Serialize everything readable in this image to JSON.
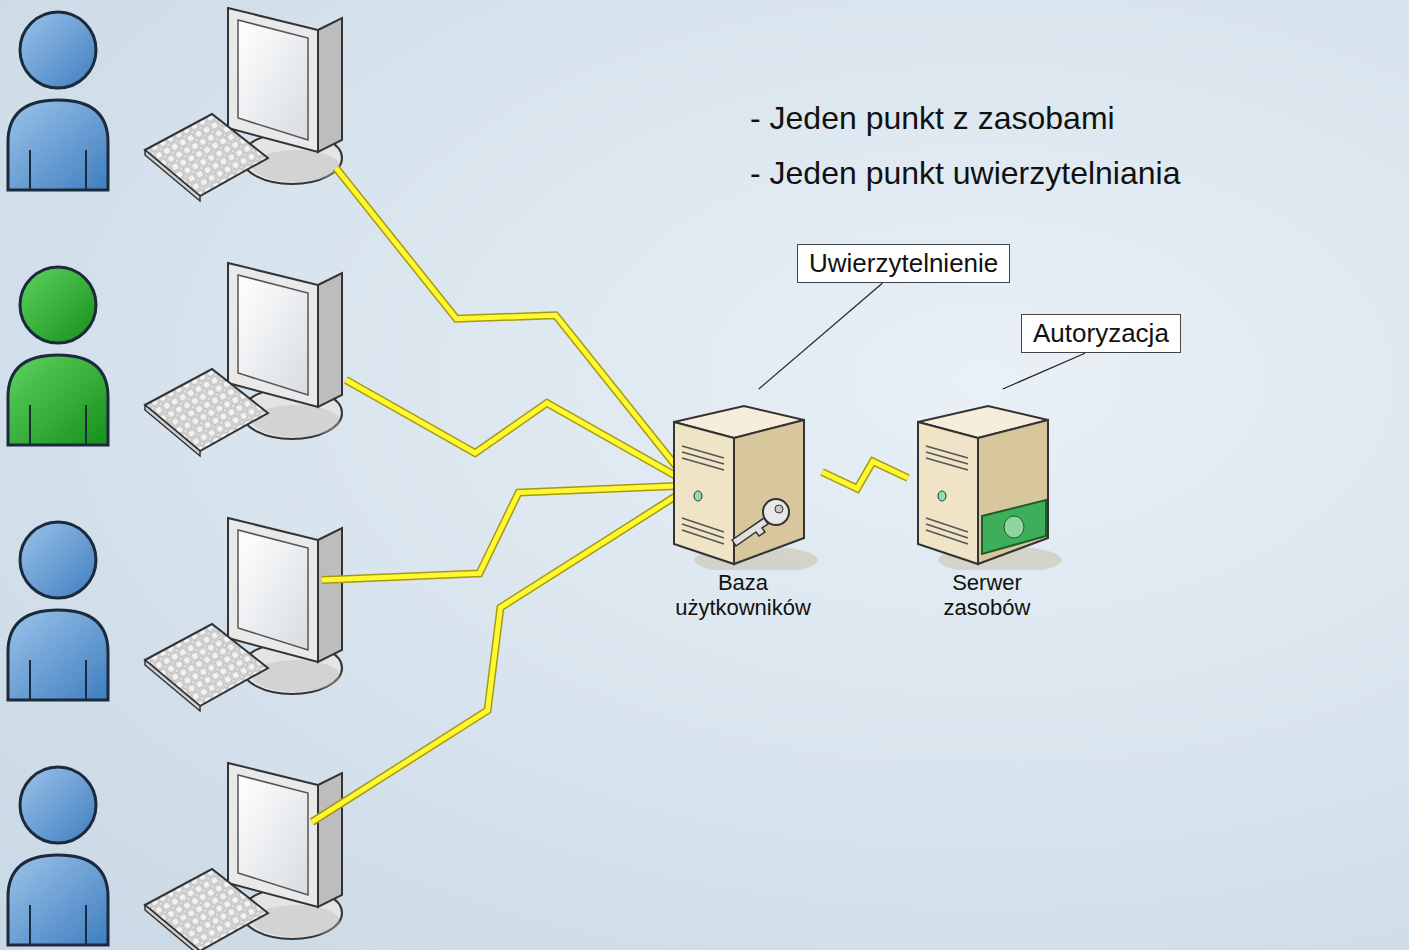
{
  "diagram": {
    "nodes": [
      {
        "text": [
          "Uwierzytelnienie"
        ]
      },
      {
        "text": [
          "Autoryzacja"
        ]
      },
      {
        "text": [
          "Baza użytkowników"
        ]
      },
      {
        "text": [
          "Serwer zasobów"
        ]
      }
    ],
    "edges": [
      {
        "from": 0,
        "to": 2,
        "arrow": "none"
      },
      {
        "from": 1,
        "to": 3,
        "arrow": "none"
      },
      {
        "from": 2,
        "to": 3,
        "arrow": "none"
      }
    ],
    "labels": [
      "- Jeden punkt z zasobami",
      "- Jeden punkt uwierzytelniania"
    ]
  }
}
